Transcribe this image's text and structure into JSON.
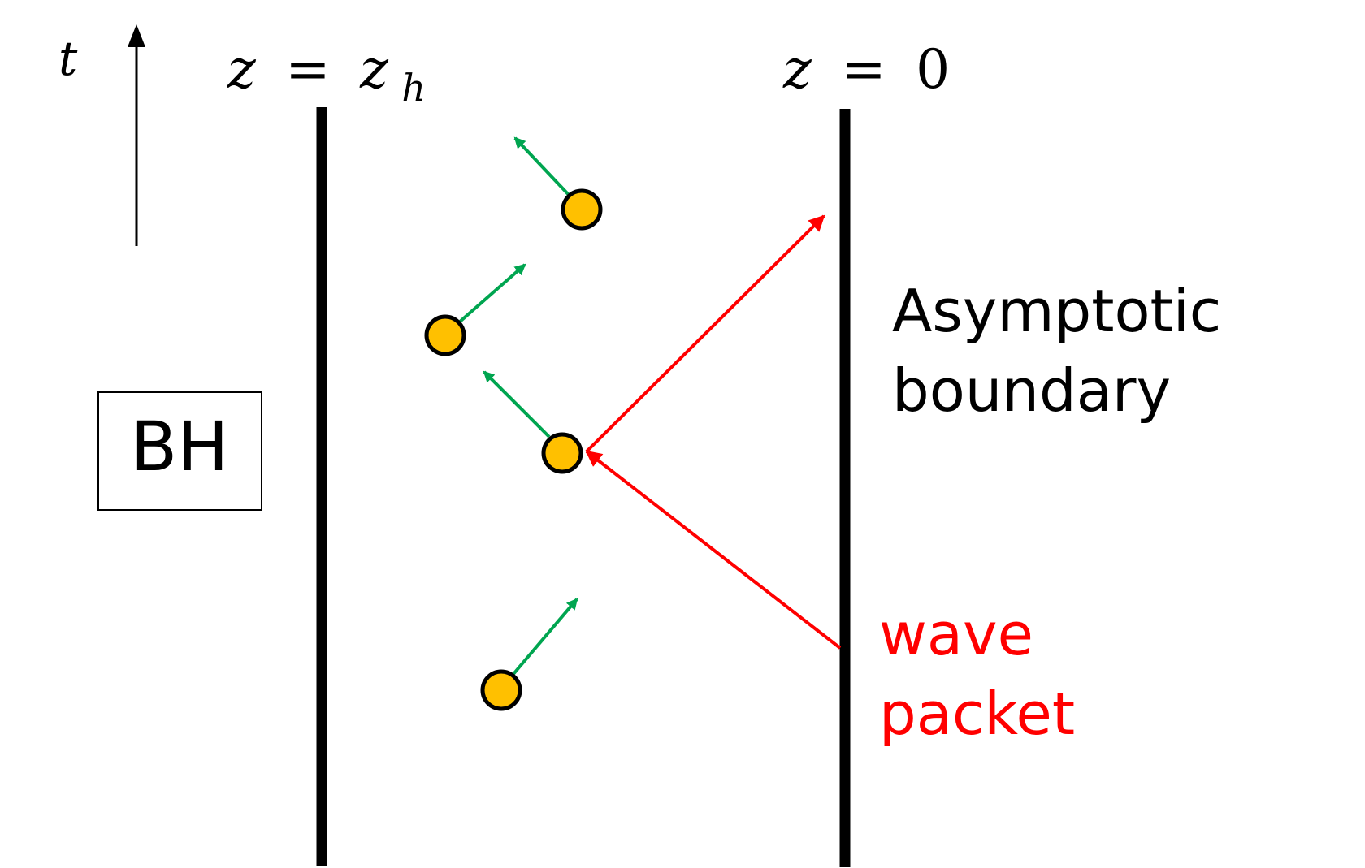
{
  "time_axis": {
    "label": "t"
  },
  "horizon": {
    "label_var": "z",
    "label_eq": "=",
    "label_rhs": "z",
    "label_sub": "h"
  },
  "boundary": {
    "label_var": "z",
    "label_eq": "=",
    "label_rhs": "0",
    "caption_line1": "Asymptotic",
    "caption_line2": "boundary"
  },
  "bh_box": {
    "label": "BH"
  },
  "wave_packet": {
    "line1": "wave",
    "line2": "packet"
  },
  "colors": {
    "line": "#000000",
    "particle_fill": "#FFC000",
    "particle_stroke": "#000000",
    "particle_arrow": "#00A550",
    "wave_arrow": "#FF0000",
    "wave_text": "#FF0000"
  }
}
